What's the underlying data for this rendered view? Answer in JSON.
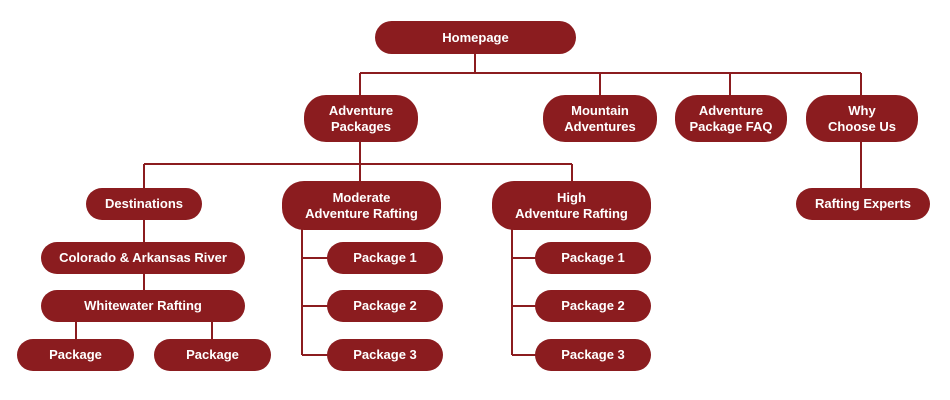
{
  "colors": {
    "node_fill": "#8b1c1f",
    "connector": "#8b1c1f",
    "text": "#ffffff",
    "background": "#ffffff"
  },
  "sitemap": {
    "homepage": "Homepage",
    "adventure_packages": "Adventure\nPackages",
    "mountain_adventures": "Mountain\nAdventures",
    "adventure_package_faq": "Adventure\nPackage FAQ",
    "why_choose_us": "Why\nChoose Us",
    "rafting_experts": "Rafting Experts",
    "destinations": "Destinations",
    "colorado_arkansas": "Colorado & Arkansas River",
    "whitewater_rafting": "Whitewater Rafting",
    "whitewater_package_1": "Package",
    "whitewater_package_2": "Package",
    "moderate_rafting": "Moderate\nAdventure Rafting",
    "moderate_package_1": "Package 1",
    "moderate_package_2": "Package 2",
    "moderate_package_3": "Package 3",
    "high_rafting": "High\nAdventure Rafting",
    "high_package_1": "Package 1",
    "high_package_2": "Package 2",
    "high_package_3": "Package 3"
  }
}
